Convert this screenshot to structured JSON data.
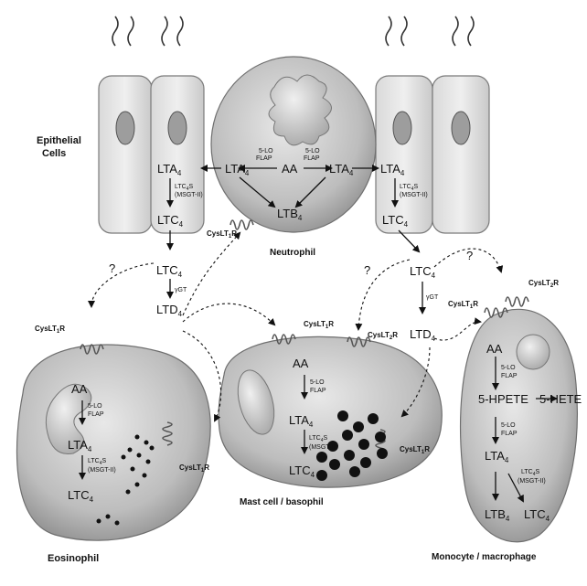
{
  "labels": {
    "epithelial_line1": "Epithelial",
    "epithelial_line2": "Cells",
    "neutrophil": "Neutrophil",
    "eosinophil": "Eosinophil",
    "mast_cell": "Mast cell / basophil",
    "monocyte": "Monocyte / macrophage"
  },
  "receptors": {
    "main": "CysLT",
    "sub1": "1",
    "sub2": "2",
    "tail": "R"
  },
  "molecules": {
    "aa": "AA",
    "lta": "LTA",
    "ltb": "LTB",
    "ltc": "LTC",
    "ltd": "LTD",
    "sub4": "4",
    "hpete": "5-HPETE",
    "hete": "5-HETE"
  },
  "enzymes": {
    "lo5": "5-LO",
    "flap": "FLAP",
    "ltcs": "LTC",
    "ltcs_sub": "4",
    "ltcs_s": "S",
    "msgt": "(MSGT-II)",
    "ggt": "γGT"
  },
  "question": "?"
}
